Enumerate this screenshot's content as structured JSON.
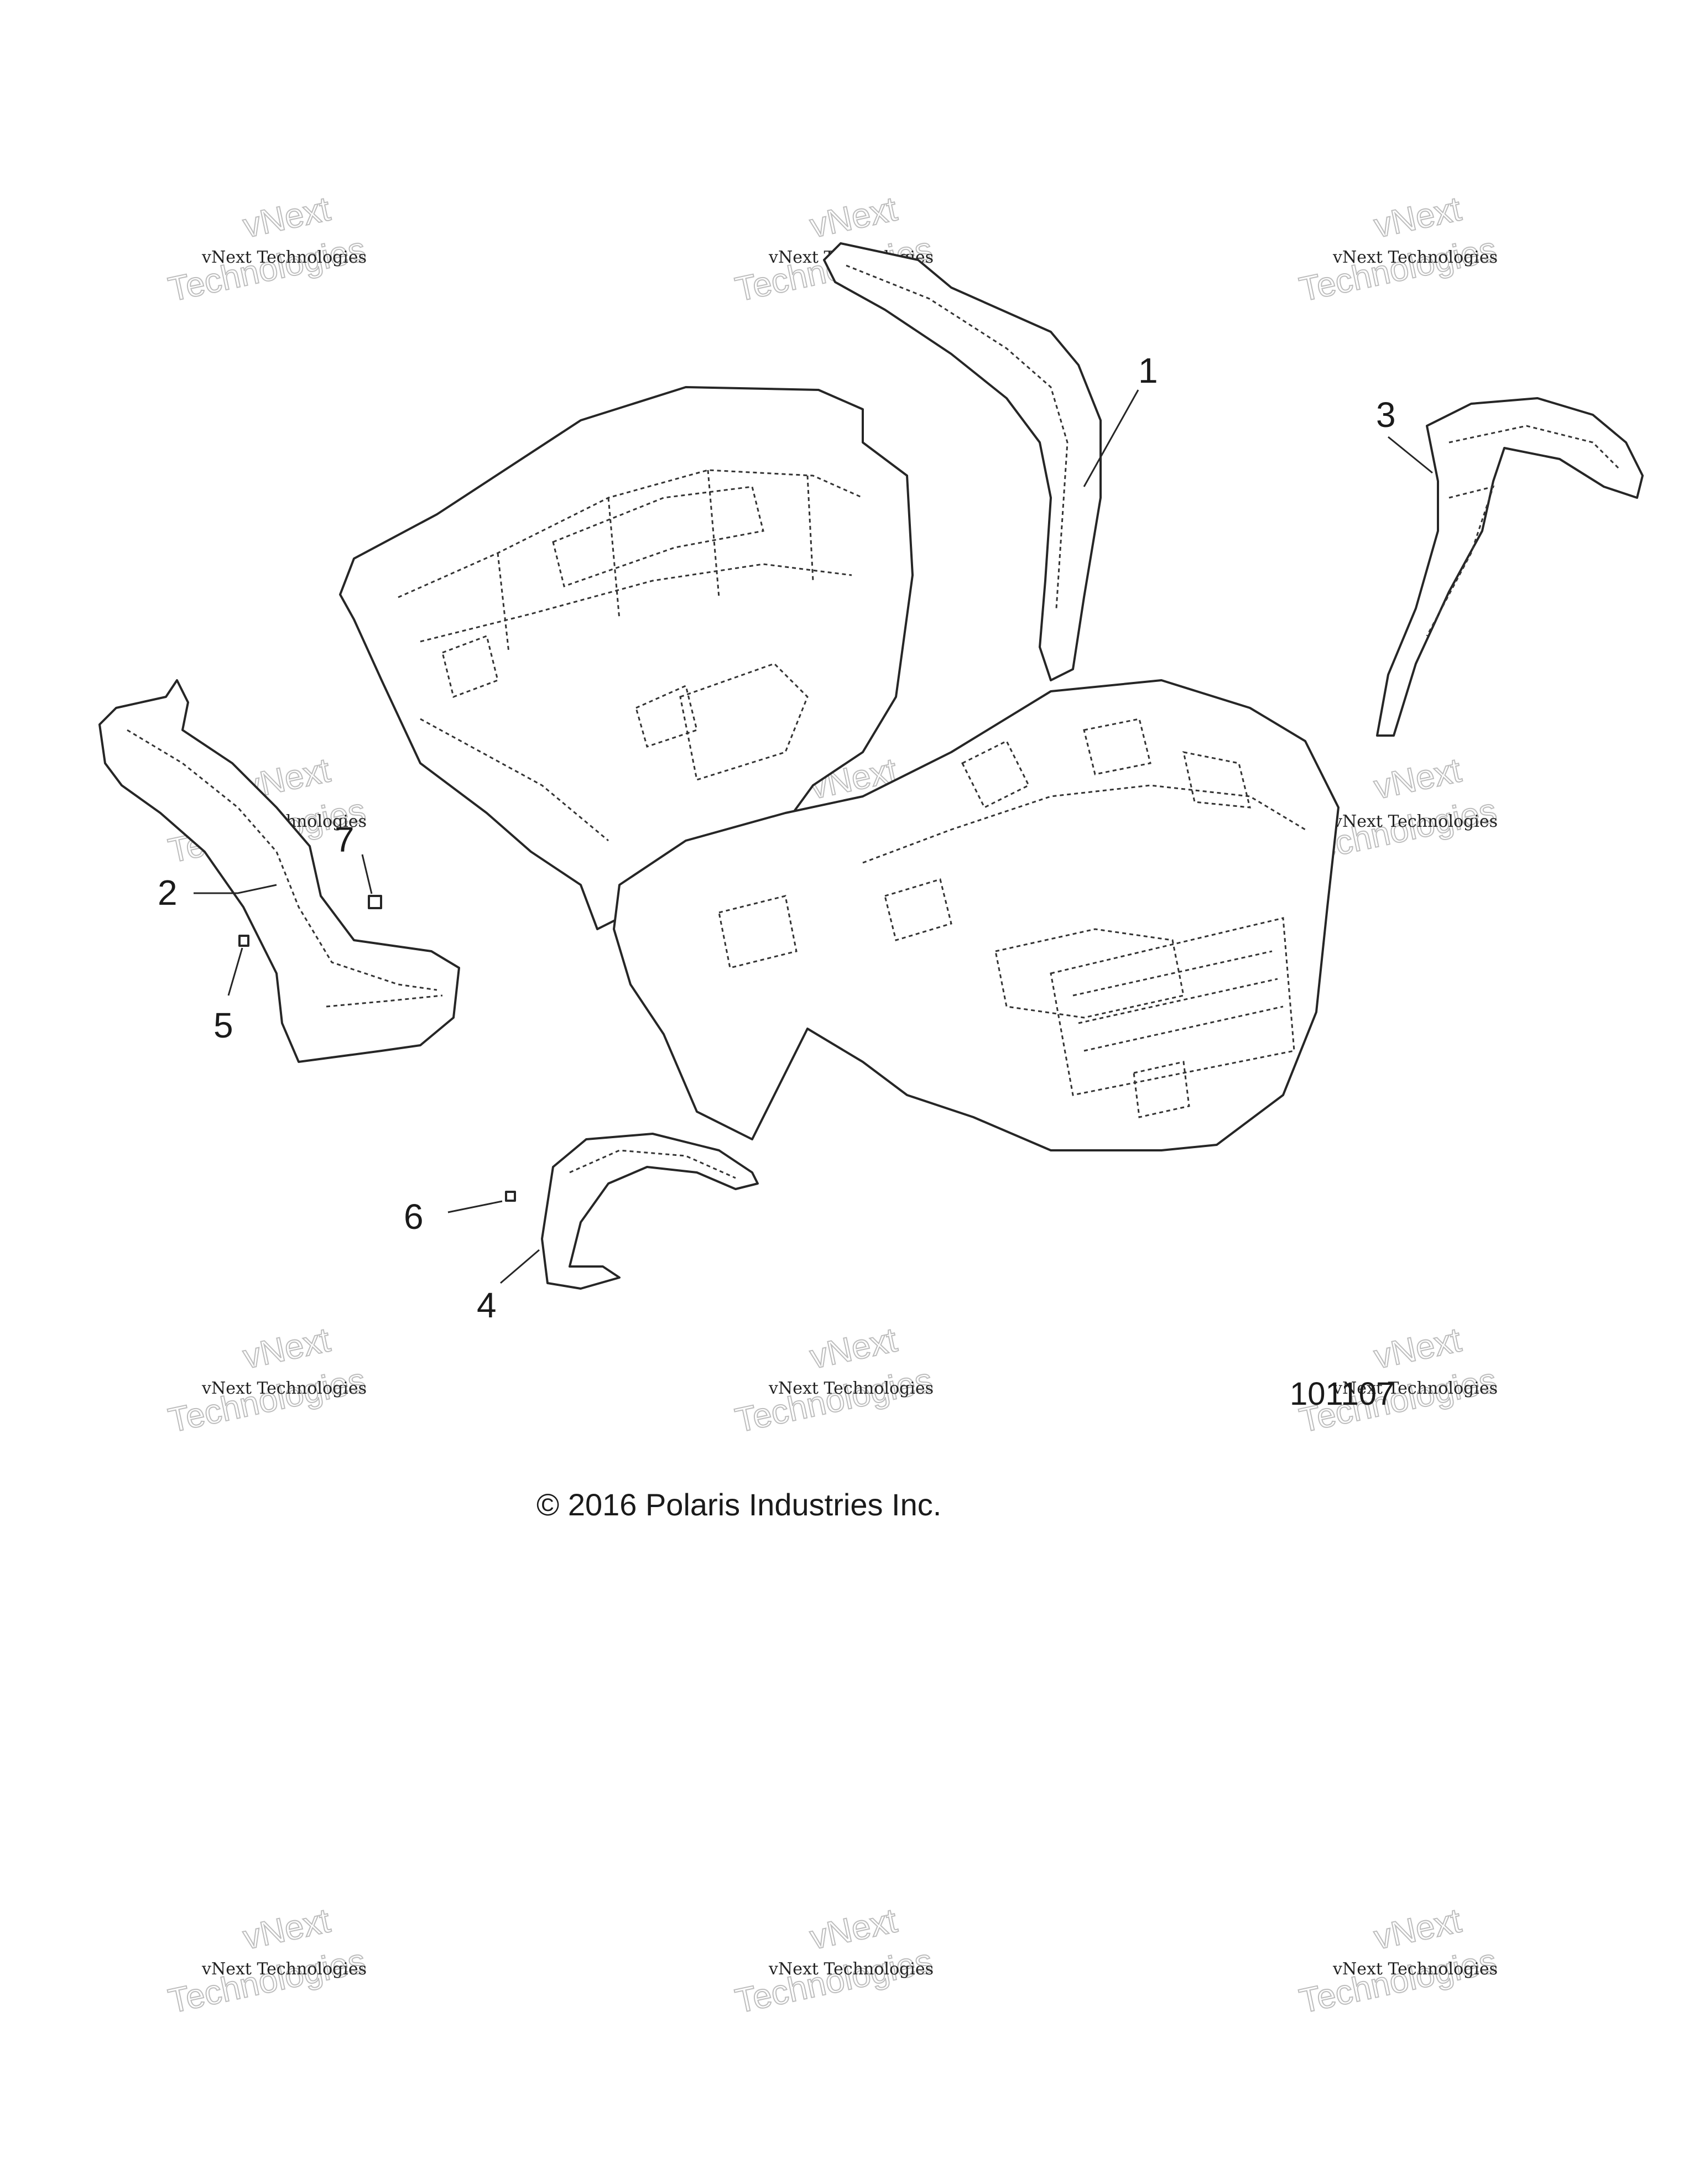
{
  "callouts": [
    "1",
    "2",
    "3",
    "4",
    "5",
    "6",
    "7"
  ],
  "figure_number": "101107",
  "copyright": "© 2016 Polaris Industries Inc.",
  "watermark": {
    "line1": "vNext Technologies",
    "line2": "vNext",
    "line3": "Technologies"
  }
}
